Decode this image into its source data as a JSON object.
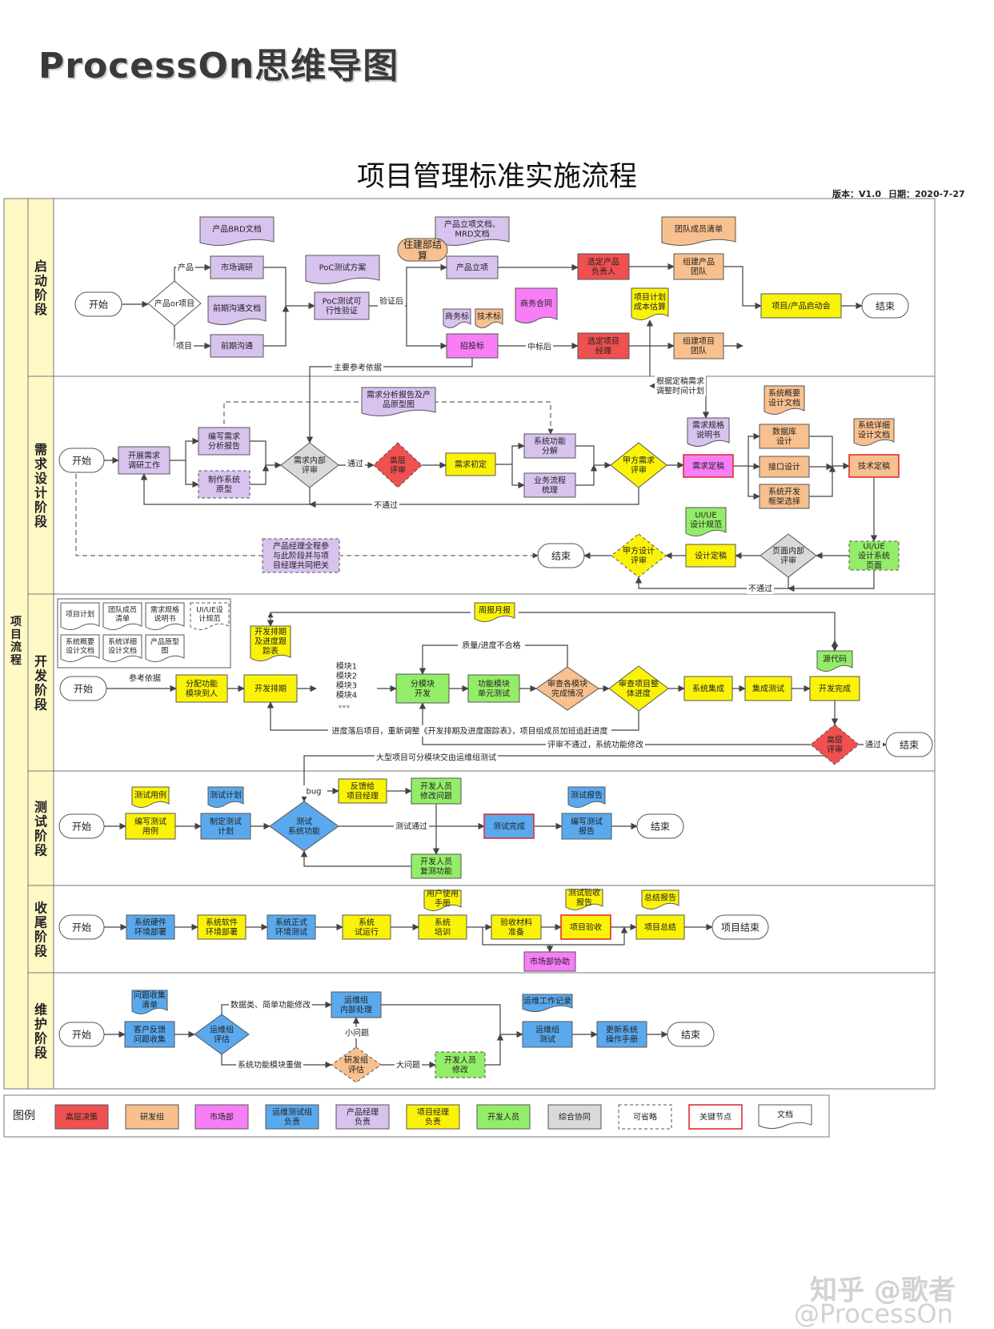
{
  "brand": "ProcessOn思维导图",
  "title": "项目管理标准实施流程",
  "version": "版本：V1.0",
  "date": "日期：2020-7-27",
  "watermark": [
    "知乎 @歌者",
    "@ProcessOn"
  ],
  "colors": {
    "red": "#ef5050",
    "orange": "#f7c08e",
    "pink": "#f77ef7",
    "blue": "#5aa9ee",
    "purple": "#d8c3ef",
    "yellow": "#fbf307",
    "green": "#94ed68",
    "gray": "#d9d9d9",
    "lane": "#fff9c6",
    "line": "#444444"
  },
  "project_label": "项目流程",
  "lanes": [
    {
      "label": "启动阶段"
    },
    {
      "label": "需求设计阶段"
    },
    {
      "label": "开发阶段"
    },
    {
      "label": "测试阶段"
    },
    {
      "label": "收尾阶段"
    },
    {
      "label": "维护阶段"
    }
  ],
  "nodes": [
    {
      "id": "s1_start",
      "shape": "term",
      "text": "开始"
    },
    {
      "id": "s1_dec",
      "shape": "diamond",
      "color": "white",
      "text": "产品or项目"
    },
    {
      "id": "s1_mr",
      "shape": "rect",
      "color": "purple",
      "text": "市场调研"
    },
    {
      "id": "s1_comm",
      "shape": "rect",
      "color": "purple",
      "text": "前期沟通"
    },
    {
      "id": "s1_brd",
      "shape": "doc",
      "color": "purple",
      "text": "产品BRD文档"
    },
    {
      "id": "s1_qdoc",
      "shape": "doc",
      "color": "purple",
      "text": "前期沟通文档"
    },
    {
      "id": "s1_pocplan",
      "shape": "doc",
      "color": "purple",
      "text": "PoC测试方案"
    },
    {
      "id": "s1_poc",
      "shape": "rect",
      "color": "purple",
      "text": "PoC测试可|行性验证"
    },
    {
      "id": "s1_mrd",
      "shape": "doc",
      "color": "purple",
      "text": "产品立项文档、|MRD文档"
    },
    {
      "id": "s1_steer",
      "shape": "term",
      "color": "orange",
      "text": "住建部结|算"
    },
    {
      "id": "s1_setup",
      "shape": "rect",
      "color": "purple",
      "text": "产品立项"
    },
    {
      "id": "s1_biz",
      "shape": "doc",
      "color": "purple",
      "text": "商务标"
    },
    {
      "id": "s1_tech",
      "shape": "doc",
      "color": "orange",
      "text": "技术标"
    },
    {
      "id": "s1_bid",
      "shape": "rect",
      "color": "pink",
      "text": "招投标"
    },
    {
      "id": "s1_contract",
      "shape": "doc",
      "color": "pink",
      "text": "商务合同"
    },
    {
      "id": "s1_pm1",
      "shape": "rect",
      "color": "red",
      "text": "选定产品|负责人"
    },
    {
      "id": "s1_pm2",
      "shape": "rect",
      "color": "red",
      "text": "选定项目|经理"
    },
    {
      "id": "s1_plan",
      "shape": "doc",
      "color": "yellow",
      "text": "项目计划|成本估算"
    },
    {
      "id": "s1_teamlist",
      "shape": "doc",
      "color": "orange",
      "text": "团队成员清单"
    },
    {
      "id": "s1_team1",
      "shape": "rect",
      "color": "orange",
      "text": "组建产品|团队"
    },
    {
      "id": "s1_team2",
      "shape": "rect",
      "color": "orange",
      "text": "组建项目|团队"
    },
    {
      "id": "s1_kickoff",
      "shape": "rect",
      "color": "yellow",
      "text": "项目/产品启动会"
    },
    {
      "id": "s1_end",
      "shape": "term",
      "text": "结束"
    },
    {
      "id": "s2_start",
      "shape": "term",
      "text": "开始"
    },
    {
      "id": "s2_survey",
      "shape": "rect",
      "color": "purple",
      "text": "开展需求|调研工作"
    },
    {
      "id": "s2_report",
      "shape": "rect",
      "color": "purple",
      "text": "编写需求|分析报告"
    },
    {
      "id": "s2_proto",
      "shape": "rect",
      "color": "purple",
      "dashed": true,
      "text": "制作系统|原型"
    },
    {
      "id": "s2_rptdoc",
      "shape": "doc",
      "color": "purple",
      "text": "需求分析报告及产|品原型图"
    },
    {
      "id": "s2_inrev",
      "shape": "diamond",
      "color": "gray",
      "text": "需求内部|评审"
    },
    {
      "id": "s2_high",
      "shape": "diamond",
      "color": "red",
      "dashed": true,
      "text": "高层|评审"
    },
    {
      "id": "s2_init",
      "shape": "rect",
      "color": "yellow",
      "text": "需求初定"
    },
    {
      "id": "s2_func",
      "shape": "rect",
      "color": "purple",
      "text": "系统功能|分解"
    },
    {
      "id": "s2_biz",
      "shape": "rect",
      "color": "purple",
      "text": "业务流程|梳理"
    },
    {
      "id": "s2_cust",
      "shape": "diamond",
      "color": "yellow",
      "text": "甲方需求|评审"
    },
    {
      "id": "s2_final",
      "shape": "rect",
      "color": "pink",
      "keyframe": true,
      "text": "需求定稿"
    },
    {
      "id": "s2_spec",
      "shape": "doc",
      "color": "purple",
      "text": "需求规格|说明书"
    },
    {
      "id": "s2_db",
      "shape": "rect",
      "color": "orange",
      "text": "数据库|设计"
    },
    {
      "id": "s2_api",
      "shape": "rect",
      "color": "orange",
      "text": "接口设计"
    },
    {
      "id": "s2_fw",
      "shape": "rect",
      "color": "orange",
      "text": "系统开发|框架选择"
    },
    {
      "id": "s2_ovdoc",
      "shape": "doc",
      "color": "orange",
      "text": "系统概要|设计文档"
    },
    {
      "id": "s2_dtdoc",
      "shape": "doc",
      "color": "orange",
      "text": "系统详细|设计文档"
    },
    {
      "id": "s2_techf",
      "shape": "rect",
      "color": "orange",
      "keyframe": true,
      "text": "技术定稿"
    },
    {
      "id": "s2_ui",
      "shape": "rect",
      "color": "green",
      "dashed": true,
      "text": "UI/UE|设计系统|页面"
    },
    {
      "id": "s2_uidoc",
      "shape": "doc",
      "color": "green",
      "text": "UI/UE|设计规范"
    },
    {
      "id": "s2_pgrev",
      "shape": "diamond",
      "color": "gray",
      "text": "页面内部|评审"
    },
    {
      "id": "s2_design",
      "shape": "rect",
      "color": "yellow",
      "text": "设计定稿"
    },
    {
      "id": "s2_custd",
      "shape": "diamond",
      "color": "yellow",
      "dashed": true,
      "text": "甲方设计|评审"
    },
    {
      "id": "s2_end",
      "shape": "term",
      "text": "结束"
    },
    {
      "id": "s2_note",
      "shape": "rect",
      "color": "purple",
      "dashed": true,
      "text": "产品经理全程参|与此阶段并与项|目经理共同把关"
    },
    {
      "id": "s3_start",
      "shape": "term",
      "text": "开始"
    },
    {
      "id": "s3_assign",
      "shape": "rect",
      "color": "yellow",
      "text": "分配功能|模块到人"
    },
    {
      "id": "s3_sched",
      "shape": "rect",
      "color": "yellow",
      "text": "开发排期"
    },
    {
      "id": "s3_scheddoc",
      "shape": "doc",
      "color": "yellow",
      "text": "开发排期|及进度跟|踪表"
    },
    {
      "id": "s3_modules",
      "shape": "text",
      "text": "模块1|模块2|模块3|模块4|。。。"
    },
    {
      "id": "s3_dev",
      "shape": "rect",
      "color": "green",
      "text": "分模块|开发"
    },
    {
      "id": "s3_unit",
      "shape": "rect",
      "color": "green",
      "text": "功能模块|单元测试"
    },
    {
      "id": "s3_chk",
      "shape": "diamond",
      "color": "orange",
      "text": "审查各模块|完成情况"
    },
    {
      "id": "s3_chk2",
      "shape": "diamond",
      "color": "yellow",
      "text": "审查项目整|体进度"
    },
    {
      "id": "s3_int",
      "shape": "rect",
      "color": "yellow",
      "text": "系统集成"
    },
    {
      "id": "s3_itest",
      "shape": "rect",
      "color": "yellow",
      "text": "集成测试"
    },
    {
      "id": "s3_done",
      "shape": "rect",
      "color": "yellow",
      "text": "开发完成"
    },
    {
      "id": "s3_src",
      "shape": "doc",
      "color": "green",
      "text": "源代码"
    },
    {
      "id": "s3_weekly",
      "shape": "doc",
      "color": "yellow",
      "text": "周报月报"
    },
    {
      "id": "s3_high",
      "shape": "diamond",
      "color": "red",
      "dashed": true,
      "text": "高层|评审"
    },
    {
      "id": "s3_end",
      "shape": "term",
      "text": "结束"
    },
    {
      "id": "s4_start",
      "shape": "term",
      "text": "开始"
    },
    {
      "id": "s4_case",
      "shape": "rect",
      "color": "yellow",
      "text": "编写测试|用例"
    },
    {
      "id": "s4_casedoc",
      "shape": "doc",
      "color": "yellow",
      "text": "测试用例"
    },
    {
      "id": "s4_plan",
      "shape": "rect",
      "color": "blue",
      "text": "制定测试|计划"
    },
    {
      "id": "s4_plandoc",
      "shape": "doc",
      "color": "blue",
      "text": "测试计划"
    },
    {
      "id": "s4_test",
      "shape": "diamond",
      "color": "blue",
      "text": "测试|系统功能"
    },
    {
      "id": "s4_fb",
      "shape": "rect",
      "color": "yellow",
      "text": "反馈给|项目经理"
    },
    {
      "id": "s4_fix",
      "shape": "rect",
      "color": "green",
      "text": "开发人员|修改问题"
    },
    {
      "id": "s4_retest",
      "shape": "rect",
      "color": "green",
      "text": "开发人员|复测功能"
    },
    {
      "id": "s4_done",
      "shape": "rect",
      "color": "blue",
      "keyframe": true,
      "text": "测试完成"
    },
    {
      "id": "s4_rpt",
      "shape": "rect",
      "color": "blue",
      "text": "编写测试|报告"
    },
    {
      "id": "s4_rptdoc",
      "shape": "doc",
      "color": "blue",
      "text": "测试报告"
    },
    {
      "id": "s4_end",
      "shape": "term",
      "text": "结束"
    },
    {
      "id": "s5_start",
      "shape": "term",
      "text": "开始"
    },
    {
      "id": "s5_hw",
      "shape": "rect",
      "color": "blue",
      "text": "系统硬件|环境部署"
    },
    {
      "id": "s5_sw",
      "shape": "rect",
      "color": "yellow",
      "text": "系统软件|环境部署"
    },
    {
      "id": "s5_prod",
      "shape": "rect",
      "color": "blue",
      "text": "系统正式|环境测试"
    },
    {
      "id": "s5_trial",
      "shape": "rect",
      "color": "yellow",
      "text": "系统|试运行"
    },
    {
      "id": "s5_train",
      "shape": "rect",
      "color": "yellow",
      "text": "系统|培训"
    },
    {
      "id": "s5_manual",
      "shape": "doc",
      "color": "yellow",
      "text": "用户使用|手册"
    },
    {
      "id": "s5_mat",
      "shape": "rect",
      "color": "yellow",
      "text": "验收材料|准备"
    },
    {
      "id": "s5_mkt",
      "shape": "rect",
      "color": "pink",
      "text": "市场部协助"
    },
    {
      "id": "s5_acc",
      "shape": "rect",
      "color": "yellow",
      "keyframe": true,
      "text": "项目验收"
    },
    {
      "id": "s5_accdoc",
      "shape": "doc",
      "color": "yellow",
      "text": "测试验收|报告"
    },
    {
      "id": "s5_sum",
      "shape": "rect",
      "color": "yellow",
      "text": "项目总结"
    },
    {
      "id": "s5_sumdoc",
      "shape": "doc",
      "color": "yellow",
      "text": "总结报告"
    },
    {
      "id": "s5_end",
      "shape": "term",
      "text": "项目结束"
    },
    {
      "id": "s6_start",
      "shape": "term",
      "text": "开始"
    },
    {
      "id": "s6_fb",
      "shape": "rect",
      "color": "blue",
      "text": "客户反馈|问题收集"
    },
    {
      "id": "s6_list",
      "shape": "doc",
      "color": "blue",
      "text": "问题收集|清单"
    },
    {
      "id": "s6_eval",
      "shape": "diamond",
      "color": "blue",
      "text": "运维组|评估"
    },
    {
      "id": "s6_inner",
      "shape": "rect",
      "color": "blue",
      "text": "运维组|内部处理"
    },
    {
      "id": "s6_deveval",
      "shape": "diamond",
      "color": "orange",
      "dashed": true,
      "text": "研发组|评估"
    },
    {
      "id": "s6_devfix",
      "shape": "rect",
      "color": "green",
      "dashed": true,
      "text": "开发人员|修改"
    },
    {
      "id": "s6_test",
      "shape": "rect",
      "color": "blue",
      "text": "运维组|测试"
    },
    {
      "id": "s6_log",
      "shape": "doc",
      "color": "blue",
      "text": "运维工作记录"
    },
    {
      "id": "s6_manual",
      "shape": "rect",
      "color": "blue",
      "text": "更新系统|操作手册"
    },
    {
      "id": "s6_end",
      "shape": "term",
      "text": "结束"
    }
  ],
  "edge_labels": [
    {
      "id": "lbl_product",
      "text": "产品"
    },
    {
      "id": "lbl_project",
      "text": "项目"
    },
    {
      "id": "lbl_verified",
      "text": "验证后"
    },
    {
      "id": "lbl_win",
      "text": "中标后"
    },
    {
      "id": "lbl_basis",
      "text": "主要参考依据"
    },
    {
      "id": "lbl_adjust",
      "text": "根据定稿需求|调整时间计划"
    },
    {
      "id": "lbl_pass1",
      "text": "通过"
    },
    {
      "id": "lbl_fail1",
      "text": "不通过"
    },
    {
      "id": "lbl_fail2",
      "text": "不通过"
    },
    {
      "id": "lbl_ref",
      "text": "参考依据"
    },
    {
      "id": "lbl_quality",
      "text": "质量/进度不合格"
    },
    {
      "id": "lbl_delay",
      "text": "进度落后项目，重新调整《开发排期及进度跟踪表》，项目组成员加班追赶进度"
    },
    {
      "id": "lbl_reject",
      "text": "评审不通过，系统功能修改"
    },
    {
      "id": "lbl_big",
      "text": "大型项目可分模块交由运维组测试"
    },
    {
      "id": "lbl_pass2",
      "text": "通过"
    },
    {
      "id": "lbl_bug",
      "text": "bug"
    },
    {
      "id": "lbl_testpass",
      "text": "测试通过"
    },
    {
      "id": "lbl_data",
      "text": "数据类、简单功能修改"
    },
    {
      "id": "lbl_feature",
      "text": "系统功能模块重做"
    },
    {
      "id": "lbl_small",
      "text": "小问题"
    },
    {
      "id": "lbl_bigissue",
      "text": "大问题"
    }
  ],
  "docs_box": [
    "项目计划",
    "团队成员|清单",
    "需求规格|说明书",
    "UI/UE设|计规范",
    "系统概要|设计文档",
    "系统详细|设计文档",
    "产品原型|图"
  ],
  "legend": {
    "title": "图例",
    "items": [
      {
        "text": "高层决策",
        "color": "red"
      },
      {
        "text": "研发组",
        "color": "orange"
      },
      {
        "text": "市场部",
        "color": "pink"
      },
      {
        "text": "运维测试组|负责",
        "color": "blue"
      },
      {
        "text": "产品经理|负责",
        "color": "purple"
      },
      {
        "text": "项目经理|负责",
        "color": "yellow"
      },
      {
        "text": "开发人员",
        "color": "green"
      },
      {
        "text": "综合协同",
        "color": "gray"
      },
      {
        "text": "可省略",
        "color": "white",
        "dashed": true
      },
      {
        "text": "关键节点",
        "color": "white",
        "keyframe": true
      },
      {
        "text": "文档",
        "color": "white",
        "doc": true
      }
    ]
  }
}
